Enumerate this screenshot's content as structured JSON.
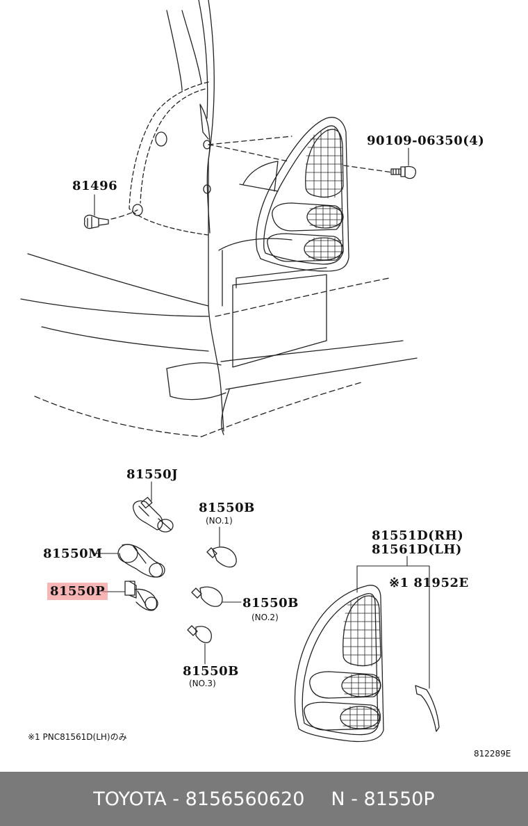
{
  "labels": {
    "bolt_part": "90109-06350(4)",
    "clip_part": "81496",
    "socket_j": "81550J",
    "bulb_b1": "81550B",
    "bulb_b1_note": "(NO.1)",
    "socket_m": "81550M",
    "socket_p": "81550P",
    "bulb_b2": "81550B",
    "bulb_b2_note": "(NO.2)",
    "bulb_b3": "81550B",
    "bulb_b3_note": "(NO.3)",
    "lamp_rh": "81551D(RH)",
    "lamp_lh": "81561D(LH)",
    "gasket_part": "※1 81952E",
    "footnote": "※1 PNC81561D(LH)のみ",
    "diagram_code": "812289E"
  },
  "footer": {
    "brand": "TOYOTA",
    "part_number": "8156560620",
    "n_part": "81550P",
    "separator": " - ",
    "n_prefix": "N"
  },
  "colors": {
    "highlight": "#f07878",
    "footer_bg": "#7a7a7a"
  }
}
